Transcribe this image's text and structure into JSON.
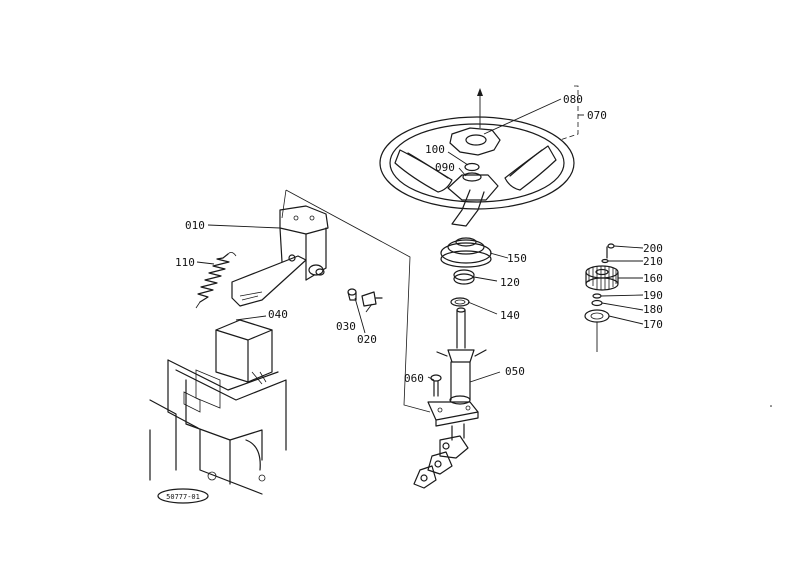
{
  "callouts": [
    {
      "id": "010",
      "label": "010"
    },
    {
      "id": "020",
      "label": "020"
    },
    {
      "id": "030",
      "label": "030"
    },
    {
      "id": "040",
      "label": "040"
    },
    {
      "id": "050",
      "label": "050"
    },
    {
      "id": "060",
      "label": "060"
    },
    {
      "id": "070",
      "label": "070"
    },
    {
      "id": "080",
      "label": "080"
    },
    {
      "id": "090",
      "label": "090"
    },
    {
      "id": "100",
      "label": "100"
    },
    {
      "id": "110",
      "label": "110"
    },
    {
      "id": "120",
      "label": "120"
    },
    {
      "id": "140",
      "label": "140"
    },
    {
      "id": "150",
      "label": "150"
    },
    {
      "id": "160",
      "label": "160"
    },
    {
      "id": "170",
      "label": "170"
    },
    {
      "id": "180",
      "label": "180"
    },
    {
      "id": "190",
      "label": "190"
    },
    {
      "id": "200",
      "label": "200"
    },
    {
      "id": "210",
      "label": "210"
    }
  ],
  "drawing_tag": "50777-01"
}
